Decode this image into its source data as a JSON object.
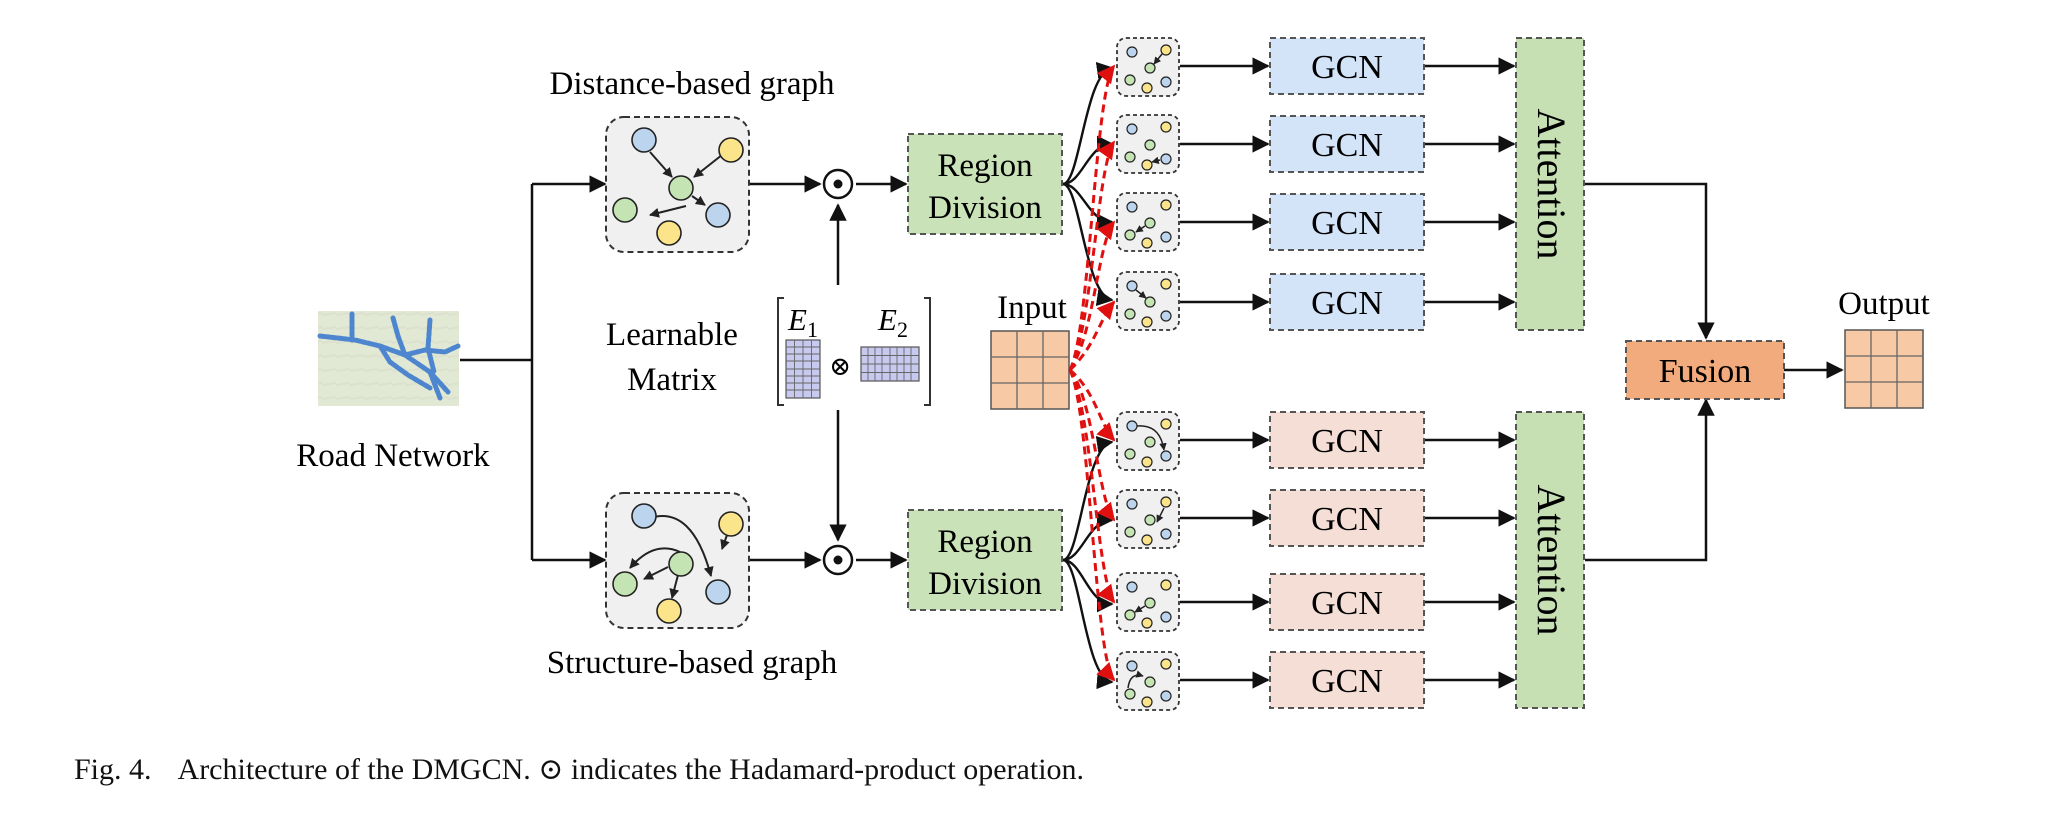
{
  "labels": {
    "distance_graph": "Distance-based graph",
    "structure_graph": "Structure-based graph",
    "road_network": "Road Network",
    "learnable_line1": "Learnable",
    "learnable_line2": "Matrix",
    "e1": "E",
    "e1_sub": "1",
    "e2": "E",
    "e2_sub": "2",
    "otimes": "⊗",
    "input": "Input",
    "output": "Output",
    "region_line1": "Region",
    "region_line2": "Division",
    "gcn": "GCN",
    "attention": "Attention",
    "fusion": "Fusion"
  },
  "caption": {
    "fig": "Fig. 4.",
    "text": "Architecture of the DMGCN. ⊙ indicates the Hadamard-product operation."
  },
  "colors": {
    "region_fill": "#c9e2b7",
    "attention_fill": "#c6e0b4",
    "gcn_blue_fill": "#d4e4f8",
    "gcn_pink_fill": "#f4ded6",
    "fusion_fill": "#f2ab7d",
    "grid_fill": "#f8c9a5",
    "node_blue": "#bcd4ee",
    "node_green": "#c5e4b3",
    "node_yellow": "#fbe48a",
    "dashed_red": "#e01010",
    "matrix_fill": "#c7c9ee"
  }
}
